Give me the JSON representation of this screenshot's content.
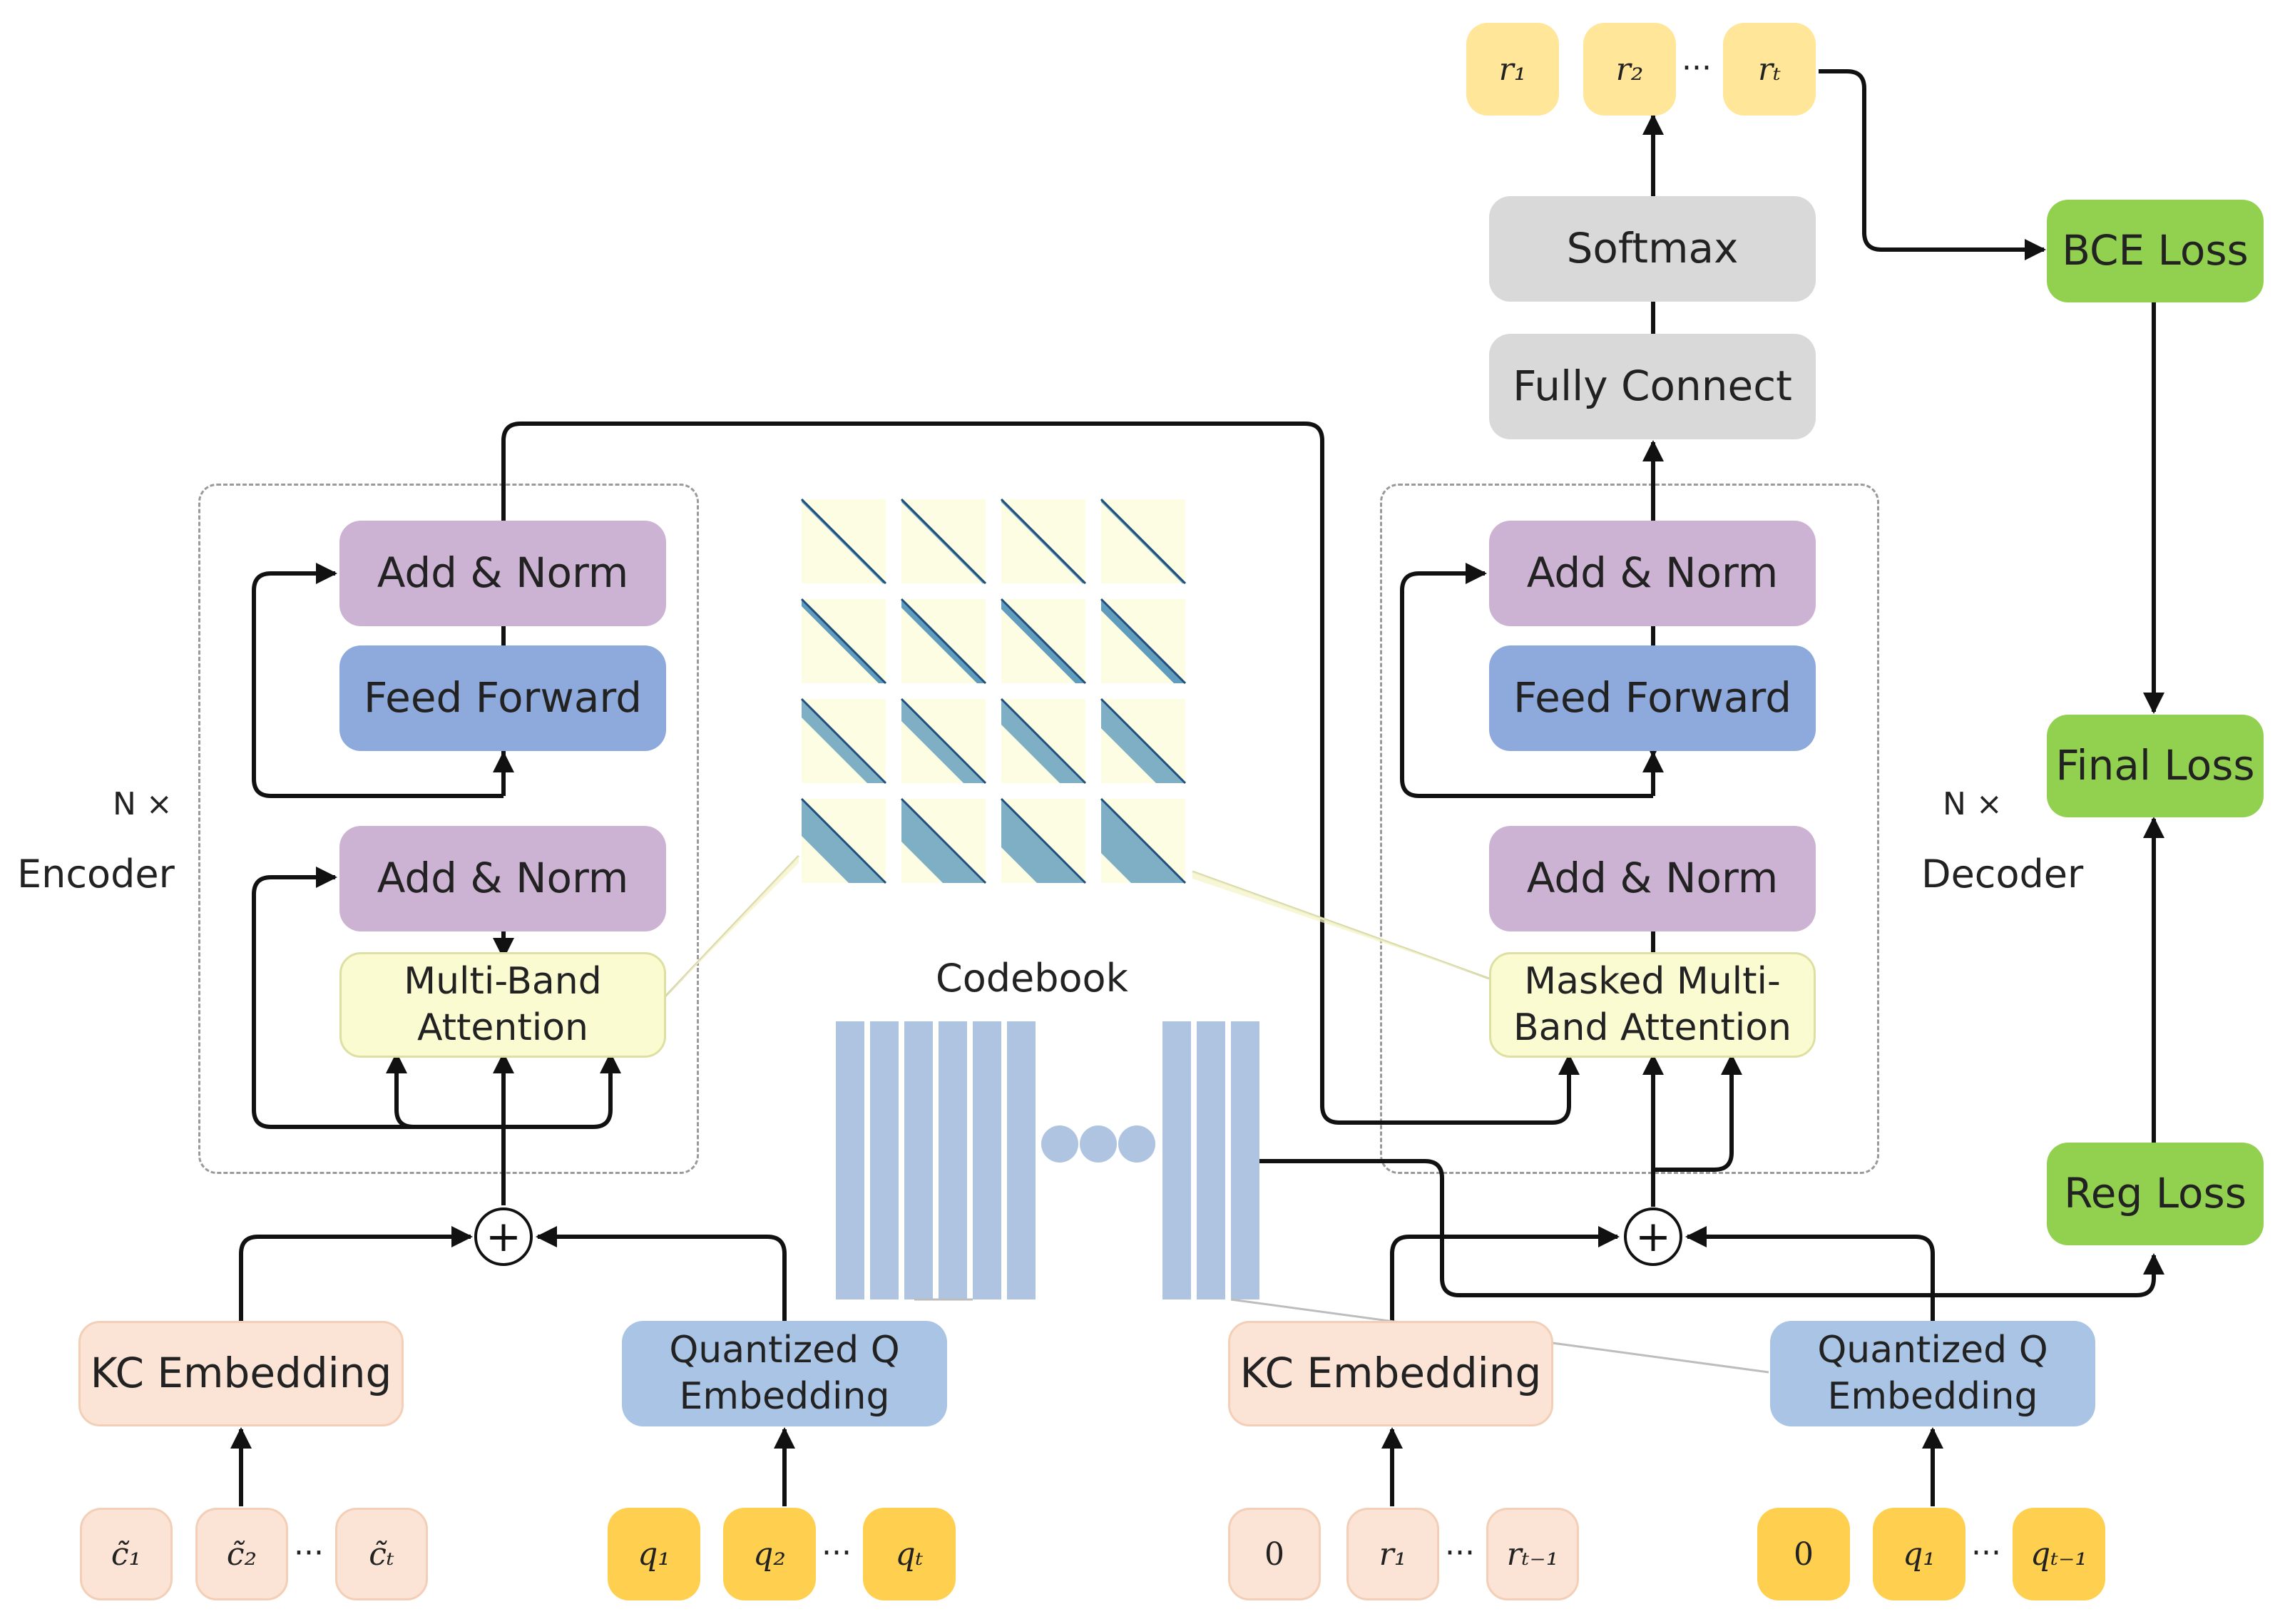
{
  "encoder": {
    "repeat": "N ×",
    "label": "Encoder",
    "add_norm_top": "Add & Norm",
    "feed_forward": "Feed Forward",
    "add_norm_bottom": "Add & Norm",
    "attention_line1": "Multi-Band",
    "attention_line2": "Attention"
  },
  "decoder": {
    "repeat": "N ×",
    "label": "Decoder",
    "add_norm_top": "Add & Norm",
    "feed_forward": "Feed Forward",
    "add_norm_bottom": "Add & Norm",
    "attention_line1": "Masked Multi-",
    "attention_line2": "Band Attention"
  },
  "head": {
    "softmax": "Softmax",
    "fully_connect": "Fully Connect"
  },
  "losses": {
    "bce": "BCE Loss",
    "final": "Final Loss",
    "reg": "Reg Loss"
  },
  "codebook": {
    "label": "Codebook"
  },
  "embeddings": {
    "enc_kc": "KC Embedding",
    "enc_q_line1": "Quantized Q",
    "enc_q_line2": "Embedding",
    "dec_kc": "KC Embedding",
    "dec_q_line1": "Quantized Q",
    "dec_q_line2": "Embedding"
  },
  "tokens": {
    "enc_c": {
      "t1": "c̃₁",
      "t2": "c̃₂",
      "t3": "c̃ₜ",
      "ellipsis": "···"
    },
    "enc_q": {
      "t1": "q₁",
      "t2": "q₂",
      "t3": "qₜ",
      "ellipsis": "···"
    },
    "dec_r": {
      "t1": "0",
      "t2": "r₁",
      "t3": "rₜ₋₁",
      "ellipsis": "···"
    },
    "dec_q": {
      "t1": "0",
      "t2": "q₁",
      "t3": "qₜ₋₁",
      "ellipsis": "···"
    },
    "out_r": {
      "t1": "r₁",
      "t2": "r₂",
      "t3": "rₜ",
      "ellipsis": "···"
    }
  },
  "plus_symbol": "+",
  "colors": {
    "add_norm": "#cdb3d3",
    "feed_forward": "#8ea9db",
    "attention": "#fbfbd2",
    "head": "#d9d9d9",
    "loss": "#92d050",
    "q_embedding": "#a9c4e4",
    "kc_embedding": "#fbe4d6",
    "question_token": "#ffd04f",
    "output_token": "#ffe699",
    "codebook": "#aec4e0",
    "heatmap_band": "#2b7bb0"
  }
}
